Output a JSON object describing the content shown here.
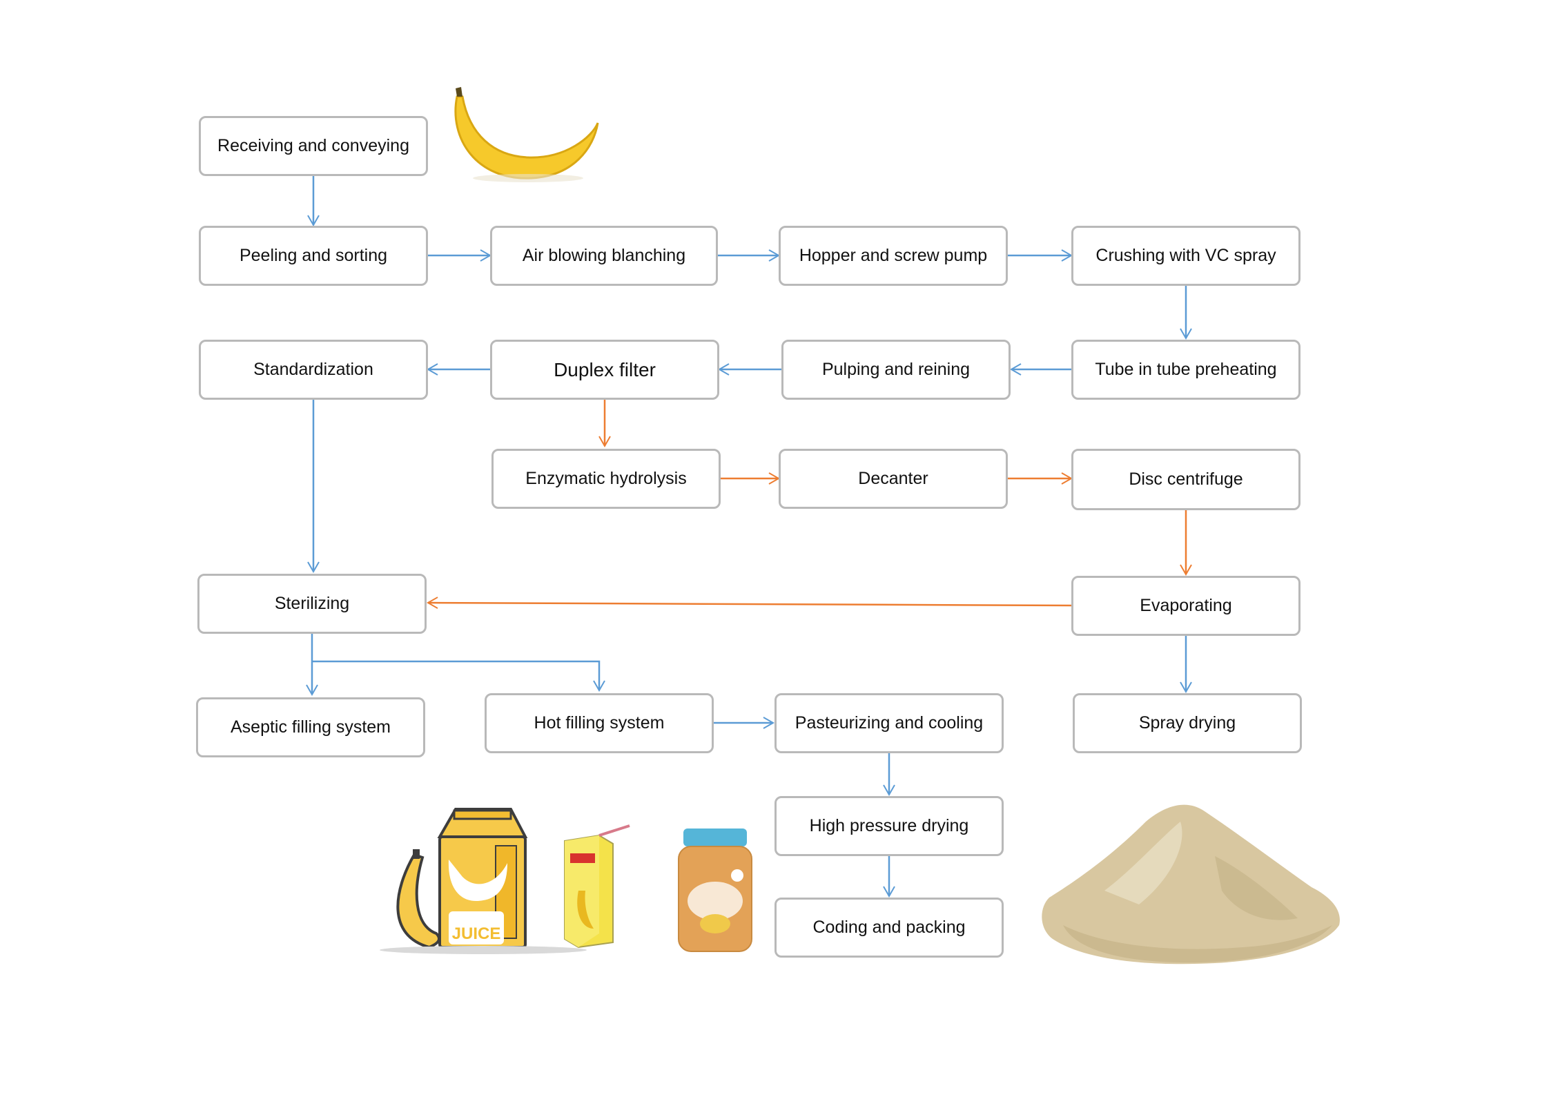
{
  "colors": {
    "main_flow": "#5b9bd5",
    "alt_flow": "#ed7d31",
    "box_border": "#b9b9b9"
  },
  "steps": {
    "receiving": "Receiving and conveying",
    "peeling": "Peeling and sorting",
    "air_blowing": "Air blowing blanching",
    "hopper": "Hopper and screw pump",
    "crushing": "Crushing with VC spray",
    "standardization": "Standardization",
    "duplex_filter": "Duplex filter",
    "pulping": "Pulping and reining",
    "tube_preheating": "Tube in tube preheating",
    "enzymatic": "Enzymatic hydrolysis",
    "decanter": "Decanter",
    "disc_centrifuge": "Disc centrifuge",
    "sterilizing": "Sterilizing",
    "evaporating": "Evaporating",
    "aseptic": "Aseptic filling system",
    "hot_filling": "Hot filling system",
    "pasteurizing": "Pasteurizing and cooling",
    "spray_drying": "Spray drying",
    "high_pressure": "High pressure drying",
    "coding": "Coding and packing"
  },
  "illustrations": {
    "carton_label": "JUICE"
  }
}
